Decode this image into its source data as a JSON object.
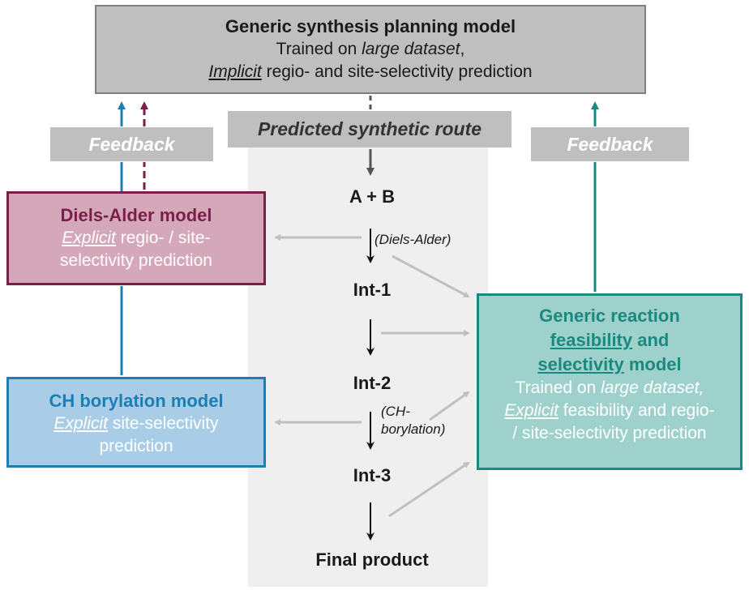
{
  "planner": {
    "title": "Generic synthesis planning model",
    "line2_prefix": "Trained on ",
    "line2_em": "large dataset",
    "line2_suffix": ",",
    "line3_u": "Implicit",
    "line3_rest": " regio- and site-selectivity prediction"
  },
  "route_label": "Predicted synthetic route",
  "feedback_left": "Feedback",
  "feedback_right": "Feedback",
  "diels_alder_model": {
    "title": "Diels-Alder model",
    "line2_u": "Explicit",
    "line2_rest": " regio- / site-",
    "line3": "selectivity prediction"
  },
  "ch_borylation_model": {
    "title": "CH borylation model",
    "line2_u": "Explicit",
    "line2_rest": " site-selectivity",
    "line3": "prediction"
  },
  "generic_model": {
    "line1": "Generic reaction",
    "line2_u": "feasibility",
    "line2_rest": " and",
    "line3_u": "selectivity",
    "line3_rest": " model",
    "line4_prefix": "Trained on ",
    "line4_em": "large dataset,",
    "line5_u": "Explicit",
    "line5_rest": " feasibility and regio-",
    "line6": "/ site-selectivity prediction"
  },
  "route": {
    "node_ab": "A + B",
    "node_int1": "Int-1",
    "node_int2": "Int-2",
    "node_int3": "Int-3",
    "node_final": "Final product",
    "step_da": "(Diels-Alder)",
    "step_ch_line1": "(CH-",
    "step_ch_line2": "borylation)"
  },
  "colors": {
    "diels_alder": "#7b1f4a",
    "ch_borylation": "#1b7fb5",
    "generic": "#1a8a80",
    "grey_box": "#bfbfbf",
    "arrow_grey": "#c0c0c0"
  }
}
